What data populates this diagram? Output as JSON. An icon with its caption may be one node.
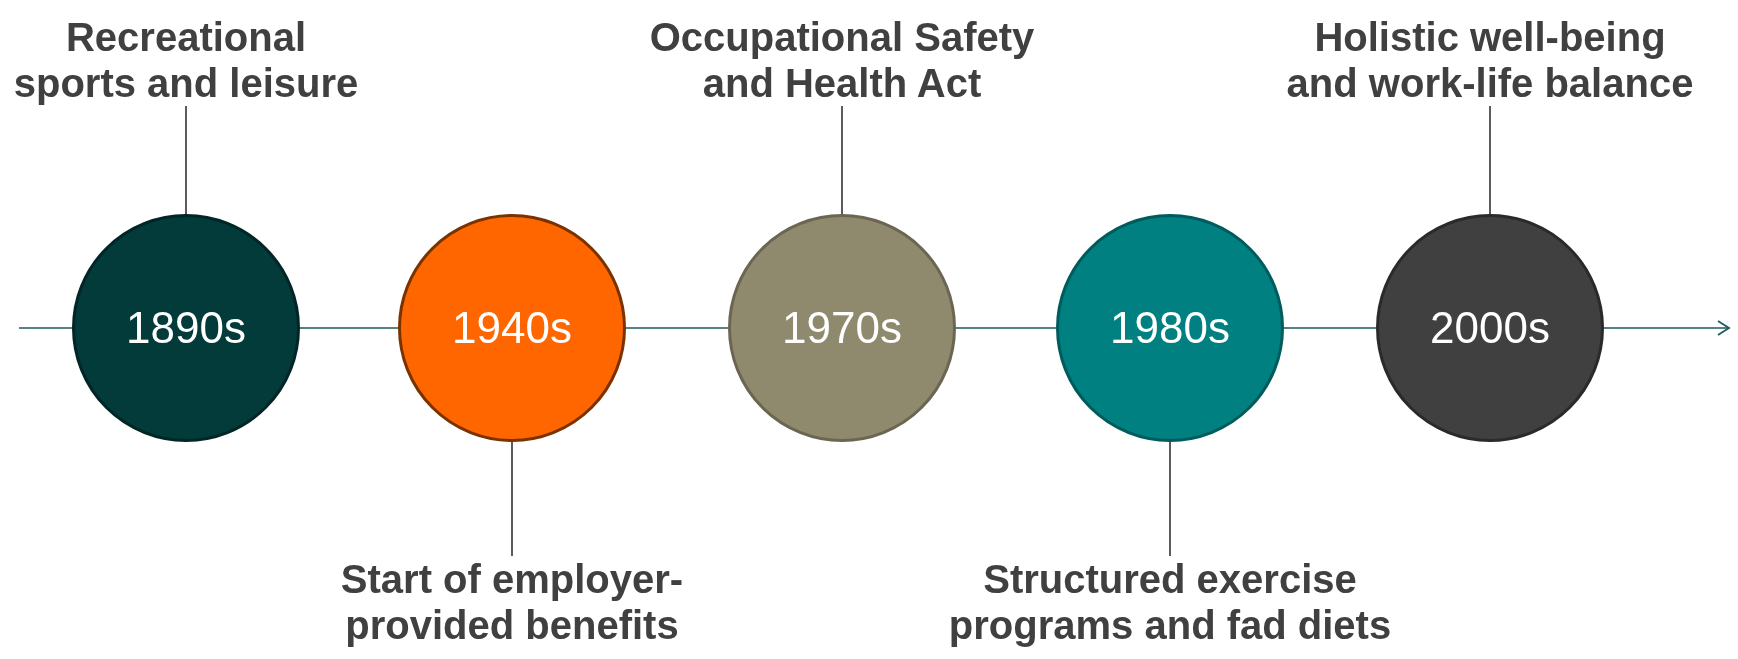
{
  "diagram": {
    "nodes": [
      {
        "text": [
          "1890s"
        ]
      },
      {
        "text": [
          "1940s"
        ]
      },
      {
        "text": [
          "1970s"
        ]
      },
      {
        "text": [
          "1980s"
        ]
      },
      {
        "text": [
          "2000s"
        ]
      },
      {
        "text": [
          "Recreational sports and leisure"
        ]
      },
      {
        "text": [
          "Start of employer-provided benefits"
        ]
      },
      {
        "text": [
          "Occupational Safety and Health Act"
        ]
      },
      {
        "text": [
          "Structured exercise programs and fad diets"
        ]
      },
      {
        "text": [
          "Holistic well-being and work-life balance"
        ]
      }
    ],
    "edges": [
      {
        "from": null,
        "to": 0,
        "arrow": "none"
      },
      {
        "from": 0,
        "to": 1,
        "arrow": "none"
      },
      {
        "from": 1,
        "to": 2,
        "arrow": "none"
      },
      {
        "from": 2,
        "to": 3,
        "arrow": "none"
      },
      {
        "from": 3,
        "to": 4,
        "arrow": "none"
      },
      {
        "from": 4,
        "to": null,
        "arrow": "to"
      },
      {
        "from": 5,
        "to": 0,
        "arrow": "none"
      },
      {
        "from": 6,
        "to": 1,
        "arrow": "none"
      },
      {
        "from": 7,
        "to": 2,
        "arrow": "none"
      },
      {
        "from": 8,
        "to": 3,
        "arrow": "none"
      },
      {
        "from": 9,
        "to": 4,
        "arrow": "none"
      }
    ]
  }
}
